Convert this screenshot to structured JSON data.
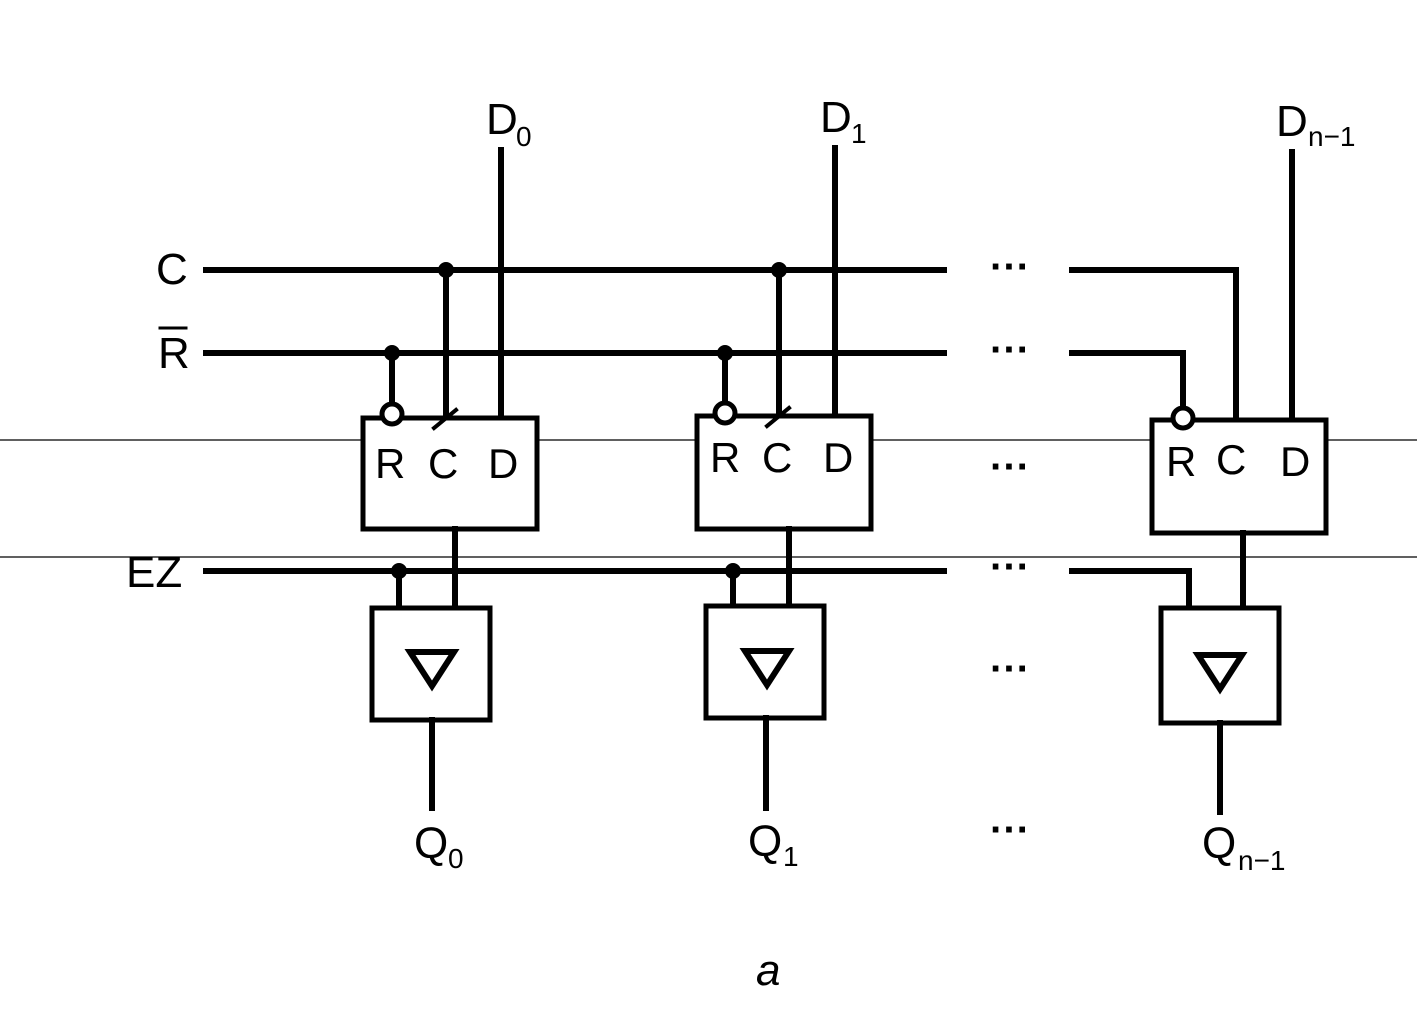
{
  "signals": {
    "clock": "C",
    "reset": "R",
    "enable": "EZ"
  },
  "stages": [
    {
      "d_main": "D",
      "d_sub": "0",
      "q_main": "Q",
      "q_sub": "0"
    },
    {
      "d_main": "D",
      "d_sub": "1",
      "q_main": "Q",
      "q_sub": "1"
    },
    {
      "d_main": "D",
      "d_sub": "n−1",
      "q_main": "Q",
      "q_sub": "n−1"
    }
  ],
  "pins": {
    "r": "R",
    "c": "C",
    "d": "D"
  },
  "ellipsis": "···",
  "caption": "a"
}
